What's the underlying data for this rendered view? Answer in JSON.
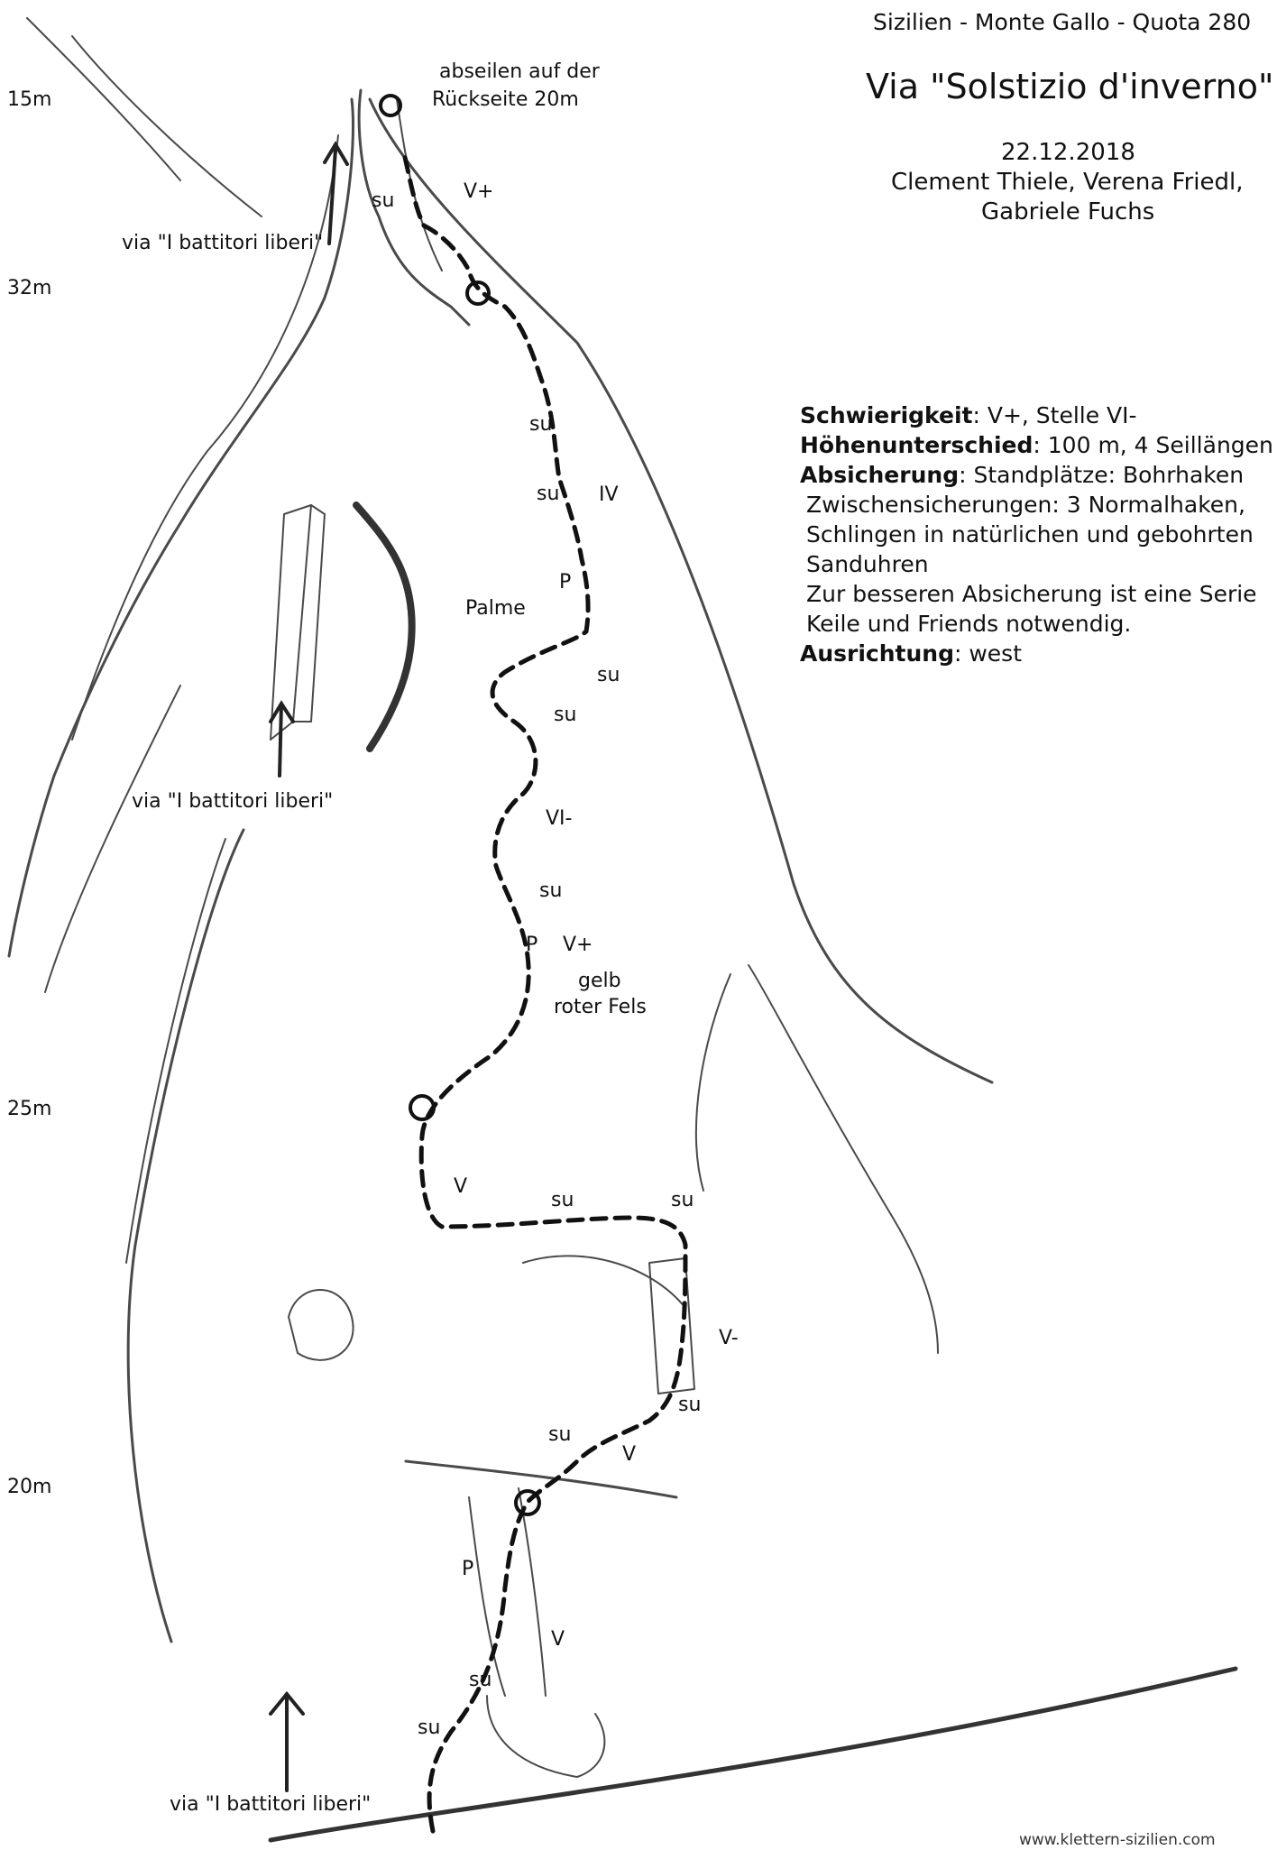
{
  "header": {
    "region": "Sizilien - Monte Gallo - Quota 280",
    "route_title": "Via \"Solstizio d'inverno\"",
    "date": "22.12.2018",
    "climbers_line1": "Clement Thiele, Verena Friedl,",
    "climbers_line2": "Gabriele Fuchs"
  },
  "info": {
    "difficulty_label": "Schwierigkeit",
    "difficulty_value": ": V+, Stelle VI-",
    "height_label": "Höhenunterschied",
    "height_value": ": 100 m, 4 Seillängen",
    "protection_label": "Absicherung",
    "protection_value": ": Standplätze: Bohrhaken",
    "protection_line2": "Zwischensicherungen: 3 Normalhaken,",
    "protection_line3": "Schlingen in natürlichen und gebohrten",
    "protection_line4": "Sanduhren",
    "protection_line5": "Zur besseren Absicherung ist eine Serie",
    "protection_line6": "Keile und Friends notwendig.",
    "orientation_label": "Ausrichtung",
    "orientation_value": ": west"
  },
  "pitch_lengths": {
    "p4": "15m",
    "p3": "32m",
    "p2": "25m",
    "p1": "20m"
  },
  "annotations": {
    "abseil_line1": "abseilen auf der",
    "abseil_line2": "Rückseite 20m",
    "neighbour_route": "via \"I battitori liberi\"",
    "palm": "Palme",
    "rock_line1": "gelb",
    "rock_line2": "roter Fels",
    "su": "su",
    "piton": "P"
  },
  "grades": {
    "top": "V+",
    "upper": "IV",
    "crux": "VI-",
    "yellow_rock": "V+",
    "traverse": "V",
    "corner": "V-",
    "ramp": "V",
    "start": "V"
  },
  "footer": {
    "website": "www.klettern-sizilien.com"
  }
}
